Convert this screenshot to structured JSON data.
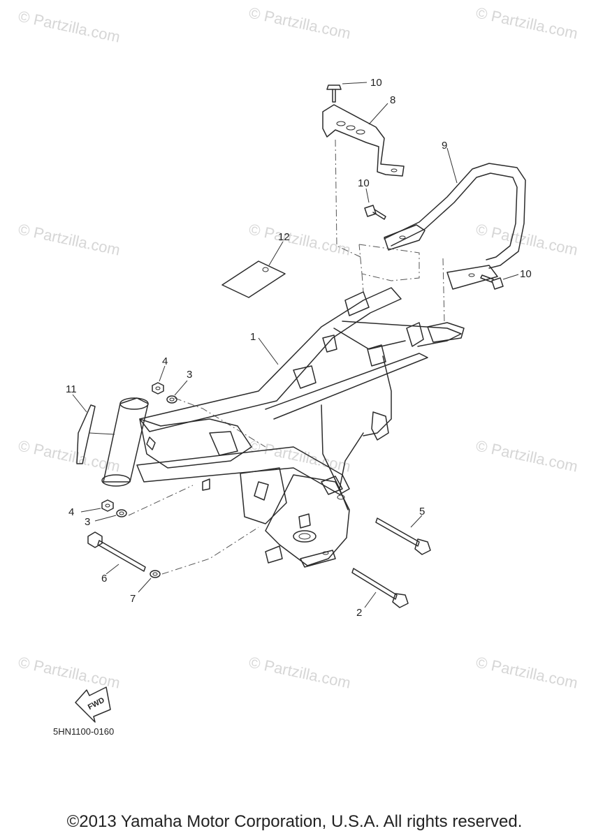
{
  "watermark": "© Partzilla.com",
  "callouts": [
    "1",
    "2",
    "3",
    "3",
    "4",
    "4",
    "5",
    "6",
    "7",
    "8",
    "9",
    "10",
    "10",
    "10",
    "11",
    "12"
  ],
  "fwd_label": "FWD",
  "diagram_code": "5HN1100-0160",
  "copyright": "©2013 Yamaha Motor Corporation, U.S.A. All rights reserved."
}
